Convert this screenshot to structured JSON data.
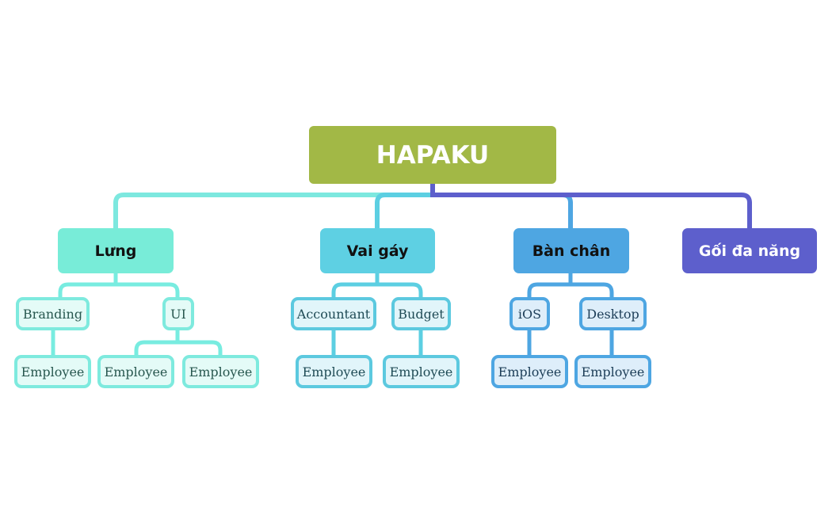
{
  "colors": {
    "root": "#a2b846",
    "wire_root_to_teal": "#7de8df",
    "wire_purple": "#5d5fcc",
    "branches": [
      {
        "fill": "#78ecd8",
        "wire": "#78ece0",
        "sub_border": "#7eeade",
        "sub_fill": "#e4fbf7",
        "sub_text": "#28574f",
        "text": "#111111"
      },
      {
        "fill": "#5ed0e3",
        "wire": "#5ccfe2",
        "sub_border": "#5cc9df",
        "sub_fill": "#e1f5fa",
        "sub_text": "#1f4b55",
        "text": "#111111"
      },
      {
        "fill": "#4ea6e2",
        "wire": "#4ea6e2",
        "sub_border": "#4ea6e2",
        "sub_fill": "#deeefa",
        "sub_text": "#1c3d57",
        "text": "#111111"
      },
      {
        "fill": "#5d5fcc",
        "wire": "#5d5fcc",
        "text": "#ffffff"
      }
    ]
  },
  "root": {
    "label": "HAPAKU"
  },
  "branches": [
    {
      "label": "Lưng",
      "children": [
        {
          "label": "Branding",
          "children": [
            {
              "label": "Employee"
            }
          ]
        },
        {
          "label": "UI",
          "children": [
            {
              "label": "Employee"
            },
            {
              "label": "Employee"
            }
          ]
        }
      ]
    },
    {
      "label": "Vai gáy",
      "children": [
        {
          "label": "Accountant",
          "children": [
            {
              "label": "Employee"
            }
          ]
        },
        {
          "label": "Budget",
          "children": [
            {
              "label": "Employee"
            }
          ]
        }
      ]
    },
    {
      "label": "Bàn chân",
      "children": [
        {
          "label": "iOS",
          "children": [
            {
              "label": "Employee"
            }
          ]
        },
        {
          "label": "Desktop",
          "children": [
            {
              "label": "Employee"
            }
          ]
        }
      ]
    },
    {
      "label": "Gối đa năng",
      "children": []
    }
  ]
}
